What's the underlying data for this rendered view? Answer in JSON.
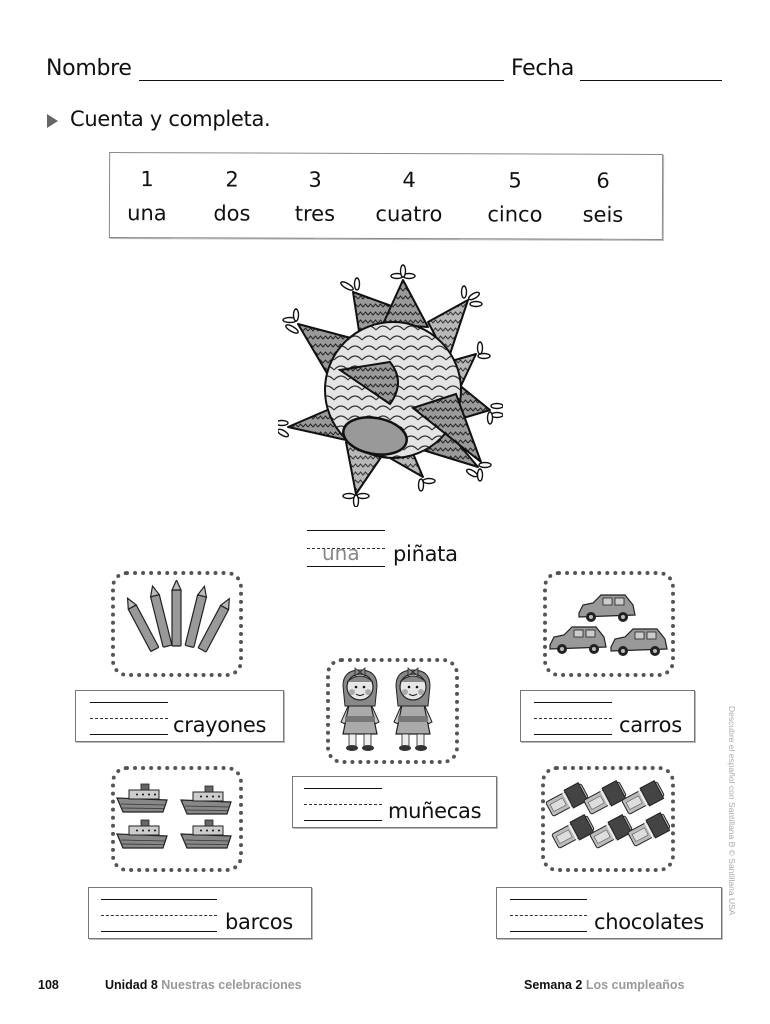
{
  "header": {
    "name_label": "Nombre",
    "date_label": "Fecha"
  },
  "instruction": {
    "icon": "play-triangle-icon",
    "text": "Cuenta y completa."
  },
  "number_key": [
    {
      "number": "1",
      "word": "una"
    },
    {
      "number": "2",
      "word": "dos"
    },
    {
      "number": "3",
      "word": "tres"
    },
    {
      "number": "4",
      "word": "cuatro"
    },
    {
      "number": "5",
      "word": "cinco"
    },
    {
      "number": "6",
      "word": "seis"
    }
  ],
  "example": {
    "image": "pinata-illustration",
    "answer": "una",
    "noun": "piñata"
  },
  "items": [
    {
      "image": "crayons-illustration",
      "count": 5,
      "noun": "crayones"
    },
    {
      "image": "cars-illustration",
      "count": 3,
      "noun": "carros"
    },
    {
      "image": "dolls-illustration",
      "count": 2,
      "noun": "muñecas"
    },
    {
      "image": "boats-illustration",
      "count": 4,
      "noun": "barcos"
    },
    {
      "image": "chocolates-illustration",
      "count": 6,
      "noun": "chocolates"
    }
  ],
  "footer": {
    "page_number": "108",
    "unit_label": "Unidad 8",
    "unit_title": "Nuestras celebraciones",
    "week_label": "Semana 2",
    "week_title": "Los cumpleaños"
  },
  "side_credit": "Descubre el español con Santillana B © Santillana USA"
}
